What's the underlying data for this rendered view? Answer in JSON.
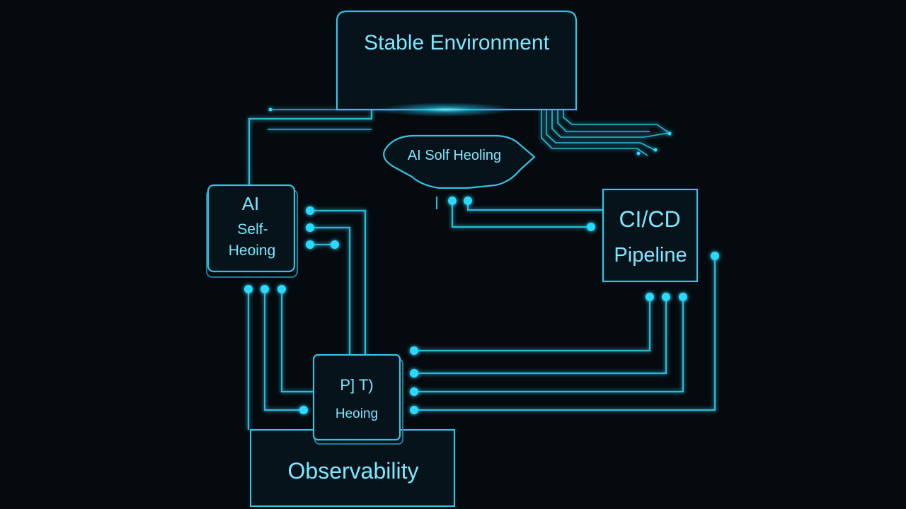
{
  "nodes": {
    "stable_environment": {
      "label": "Stable Environment"
    },
    "ai_self_healing_top": {
      "label": "AI Solf Heoling"
    },
    "ai_self_healing_left": {
      "lines": [
        "AI",
        "Self-",
        "Heoing"
      ]
    },
    "cicd_pipeline": {
      "lines": [
        "CI/CD",
        "Pipeline"
      ]
    },
    "healing_center": {
      "lines": [
        "P] T)",
        "Heoing"
      ]
    },
    "observability": {
      "label": "Observability"
    }
  },
  "colors": {
    "background": "#050a0e",
    "accent": "#33c4e4",
    "glow": "#29d9ff",
    "text": "#7fe6ff"
  },
  "icons": {
    "connector_dot": "dot-icon"
  }
}
